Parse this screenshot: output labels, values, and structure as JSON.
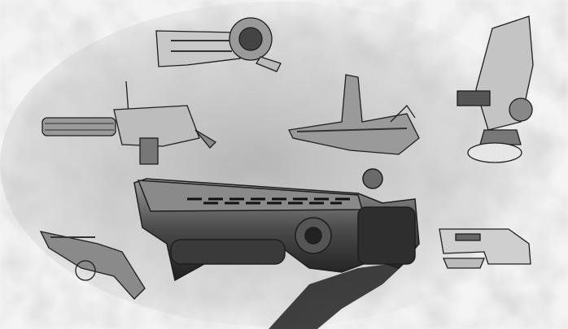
{
  "artwork": {
    "style": "grayscale weapon concept sketches",
    "colors": {
      "paper": "#f4f4f4",
      "wash": "#a9a9a9",
      "ink": "#1e1e1e",
      "metal_dark": "#3a3a3a",
      "metal_mid": "#7a7a7a",
      "metal_light": "#c8c8c8",
      "shadow": "#222222"
    },
    "sketches": [
      "shotgun-main",
      "turret-barrel-top",
      "minigun-left",
      "blade-rifle-center",
      "sentry-turret-right",
      "rifle-bottom-left",
      "pistol-bottom-right"
    ]
  }
}
